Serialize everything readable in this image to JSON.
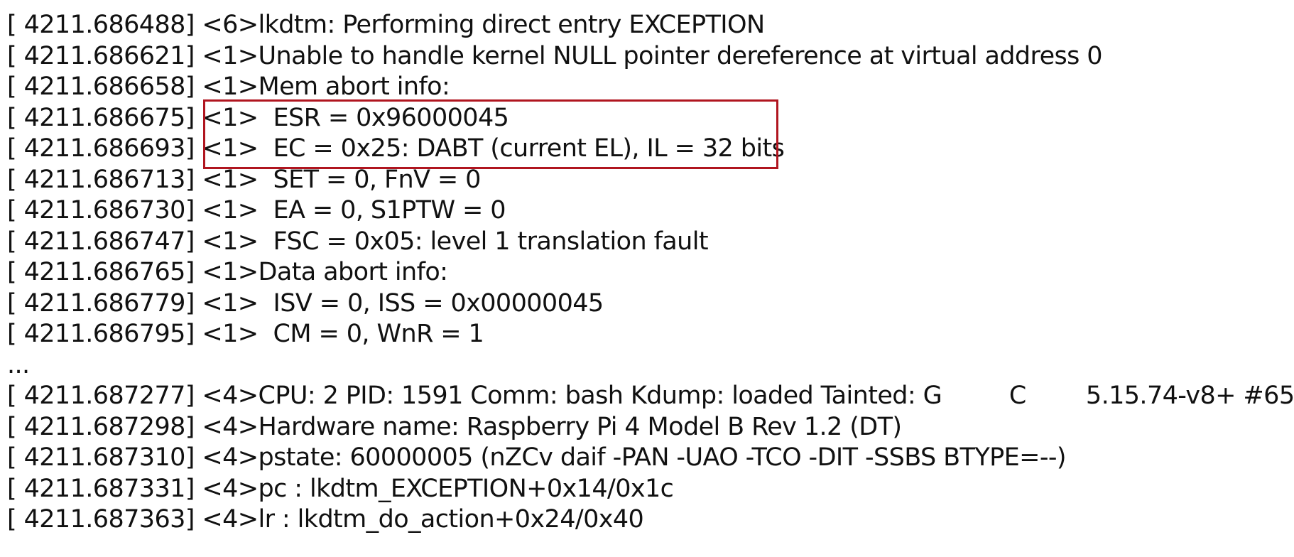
{
  "log_lines": [
    {
      "timestamp": "[ 4211.686488]",
      "message": " <6>lkdtm: Performing direct entry EXCEPTION"
    },
    {
      "timestamp": "[ 4211.686621]",
      "message": " <1>Unable to handle kernel NULL pointer dereference at virtual address 0"
    },
    {
      "timestamp": "[ 4211.686658]",
      "message": " <1>Mem abort info:"
    },
    {
      "timestamp": "[ 4211.686675]",
      "message": " <1>  ESR = 0x96000045"
    },
    {
      "timestamp": "[ 4211.686693]",
      "message": " <1>  EC = 0x25: DABT (current EL), IL = 32 bits"
    },
    {
      "timestamp": "[ 4211.686713]",
      "message": " <1>  SET = 0, FnV = 0"
    },
    {
      "timestamp": "[ 4211.686730]",
      "message": " <1>  EA = 0, S1PTW = 0"
    },
    {
      "timestamp": "[ 4211.686747]",
      "message": " <1>  FSC = 0x05: level 1 translation fault"
    },
    {
      "timestamp": "[ 4211.686765]",
      "message": " <1>Data abort info:"
    },
    {
      "timestamp": "[ 4211.686779]",
      "message": " <1>  ISV = 0, ISS = 0x00000045"
    },
    {
      "timestamp": "[ 4211.686795]",
      "message": " <1>  CM = 0, WnR = 1"
    },
    {
      "timestamp": "...",
      "message": ""
    },
    {
      "timestamp": "[ 4211.687277]",
      "message": " <4>CPU: 2 PID: 1591 Comm: bash Kdump: loaded Tainted: G         C        5.15.74-v8+ #65"
    },
    {
      "timestamp": "[ 4211.687298]",
      "message": " <4>Hardware name: Raspberry Pi 4 Model B Rev 1.2 (DT)"
    },
    {
      "timestamp": "[ 4211.687310]",
      "message": " <4>pstate: 60000005 (nZCv daif -PAN -UAO -TCO -DIT -SSBS BTYPE=--)"
    },
    {
      "timestamp": "[ 4211.687331]",
      "message": " <4>pc : lkdtm_EXCEPTION+0x14/0x1c"
    },
    {
      "timestamp": "[ 4211.687363]",
      "message": " <4>lr : lkdtm_do_action+0x24/0x40"
    }
  ],
  "highlight_color": "#b0151f",
  "text_color": "#111111",
  "background_color": "#ffffff"
}
